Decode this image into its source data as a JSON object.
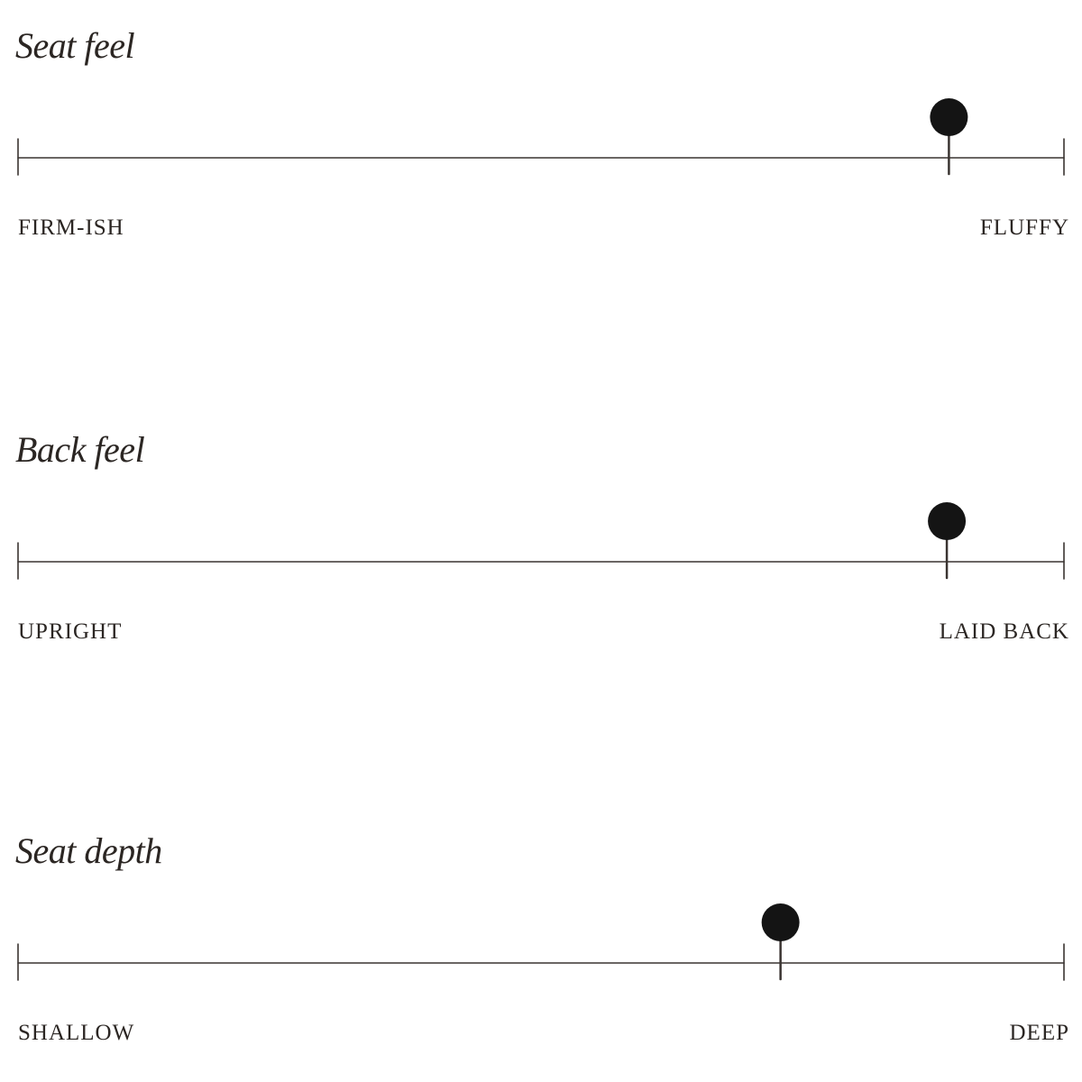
{
  "scales": [
    {
      "id": "seat-feel",
      "title": "Seat feel",
      "left_label": "FIRM-ISH",
      "right_label": "FLUFFY",
      "value": 0.89
    },
    {
      "id": "back-feel",
      "title": "Back feel",
      "left_label": "UPRIGHT",
      "right_label": "LAID BACK",
      "value": 0.888
    },
    {
      "id": "seat-depth",
      "title": "Seat depth",
      "left_label": "SHALLOW",
      "right_label": "DEEP",
      "value": 0.729
    }
  ],
  "colors": {
    "text": "#2b2623",
    "track": "#3a3431",
    "knob": "#141414",
    "background": "#ffffff"
  }
}
